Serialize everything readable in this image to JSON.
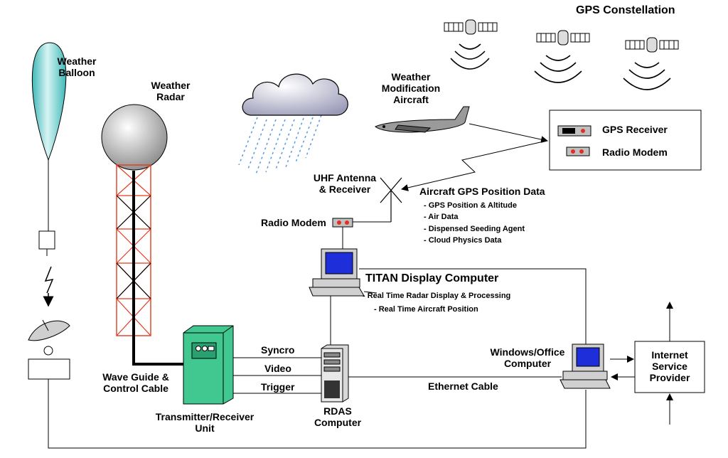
{
  "labels": {
    "gps_constellation": "GPS Constellation",
    "weather_balloon": [
      "Weather",
      "Balloon"
    ],
    "weather_radar": [
      "Weather",
      "Radar"
    ],
    "weather_mod_aircraft": [
      "Weather",
      "Modification",
      "Aircraft"
    ],
    "gps_receiver": "GPS Receiver",
    "radio_modem_box": "Radio Modem",
    "uhf_antenna": [
      "UHF Antenna",
      "& Receiver"
    ],
    "aircraft_gps_data": "Aircraft GPS Position Data",
    "gps_data_items": [
      "- GPS Position & Altitude",
      "- Air Data",
      "- Dispensed Seeding Agent",
      "- Cloud Physics Data"
    ],
    "radio_modem": "Radio Modem",
    "titan_display": "TITAN Display Computer",
    "titan_items": [
      "- Real Time Radar  Display & Processing",
      "- Real Time Aircraft Position"
    ],
    "syncro": "Syncro",
    "video": "Video",
    "trigger": "Trigger",
    "wave_guide": [
      "Wave Guide &",
      "Control Cable"
    ],
    "transmitter_receiver": [
      "Transmitter/Receiver",
      "Unit"
    ],
    "rdas_computer": [
      "RDAS",
      "Computer"
    ],
    "ethernet_cable": "Ethernet Cable",
    "windows_office": [
      "Windows/Office",
      "Computer"
    ],
    "isp": [
      "Internet",
      "Service",
      "Provider"
    ]
  },
  "colors": {
    "balloon": "#7fd6d6",
    "radar_dome": "#d8d8d8",
    "tower_red": "#e03a1e",
    "transmitter": "#40c890",
    "cloud": "#b8b8d0",
    "rain": "#4a8ad8",
    "screen": "#1e2ed8",
    "modem_lights": "#e03020"
  }
}
